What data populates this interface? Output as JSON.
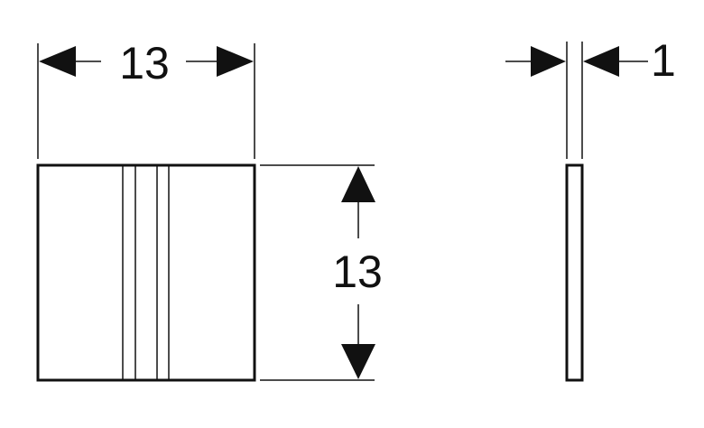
{
  "drawing": {
    "front_view": {
      "width_label": "13",
      "height_label": "13"
    },
    "side_view": {
      "thickness_label": "1"
    }
  }
}
